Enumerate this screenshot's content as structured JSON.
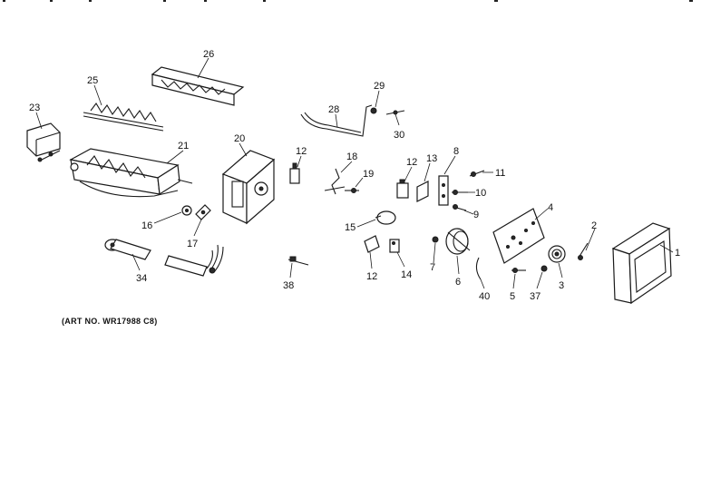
{
  "diagram": {
    "art_no": "(ART NO. WR17988 C8)",
    "callouts": [
      "26",
      "25",
      "23",
      "21",
      "20",
      "12",
      "18",
      "19",
      "29",
      "28",
      "30",
      "12",
      "13",
      "8",
      "11",
      "10",
      "9",
      "16",
      "17",
      "15",
      "4",
      "2",
      "1",
      "34",
      "38",
      "12",
      "14",
      "7",
      "6",
      "40",
      "5",
      "37",
      "3"
    ]
  }
}
